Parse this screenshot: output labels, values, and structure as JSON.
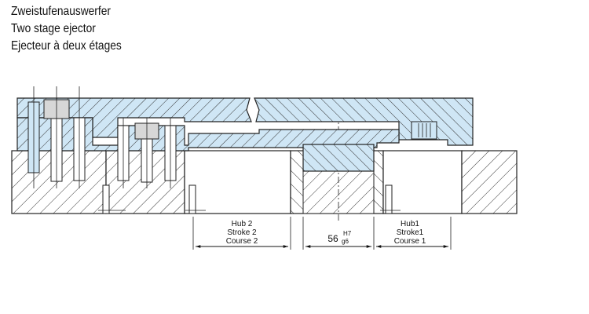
{
  "titles": {
    "de": "Zweistufenauswerfer",
    "en": "Two stage ejector",
    "fr": "Ejecteur à deux étages"
  },
  "dimensions": {
    "stroke2": {
      "de": "Hub 2",
      "en": "Stroke 2",
      "fr": "Course 2"
    },
    "bore": {
      "value": "56",
      "upper_tol": "H7",
      "lower_tol": "g6"
    },
    "stroke1": {
      "de": "Hub1",
      "en": "Stroke1",
      "fr": "Course 1"
    }
  },
  "colors": {
    "part_fill": "#cfe6f5",
    "line": "#222222",
    "background": "#ffffff"
  }
}
